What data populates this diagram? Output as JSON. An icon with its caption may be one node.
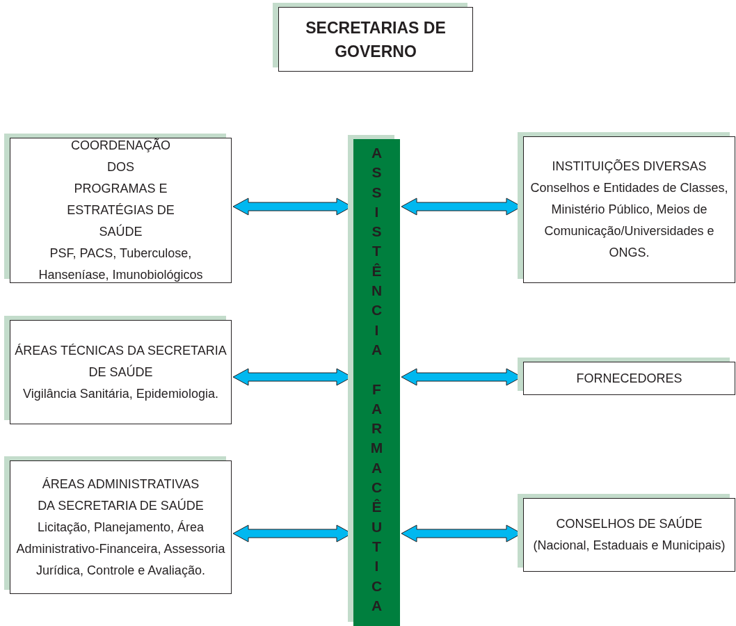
{
  "diagram": {
    "nodes": [
      {
        "text": [
          "SECRETARIAS DE GOVERNO"
        ]
      },
      {
        "text": [
          "COORDENAÇÃO DOS PROGRAMAS E ESTRATÉGIAS DE SAÚDE",
          "PSF, PACS, Tuberculose, Hanseníase, Imunobiológicos"
        ]
      },
      {
        "text": [
          "INSTITUIÇÕES DIVERSAS",
          "Conselhos e Entidades de Classes, Ministério Público, Meios de Comunicação/Universidades e ONGS."
        ]
      },
      {
        "text": [
          "ÁREAS TÉCNICAS DA SECRETARIA DE SAÚDE",
          "Vigilância Sanitária, Epidemiologia."
        ]
      },
      {
        "text": [
          "FORNECEDORES"
        ]
      },
      {
        "text": [
          "ÁREAS ADMINISTRATIVAS DA SECRETARIA DE SAÚDE",
          "Licitação, Planejamento, Área Administrativo-Financeira, Assessoria Jurídica, Controle e Avaliação."
        ]
      },
      {
        "text": [
          "CONSELHOS DE SAÚDE",
          "(Nacional, Estaduais e Municipais)"
        ]
      },
      {
        "text": [
          "ASSISTÊNCIA FARMACÊUTICA"
        ]
      }
    ],
    "edges": [
      {
        "from": 1,
        "to": 7,
        "arrow": "both"
      },
      {
        "from": 7,
        "to": 2,
        "arrow": "both"
      },
      {
        "from": 3,
        "to": 7,
        "arrow": "both"
      },
      {
        "from": 7,
        "to": 4,
        "arrow": "both"
      },
      {
        "from": 5,
        "to": 7,
        "arrow": "both"
      },
      {
        "from": 7,
        "to": 6,
        "arrow": "both"
      }
    ]
  }
}
